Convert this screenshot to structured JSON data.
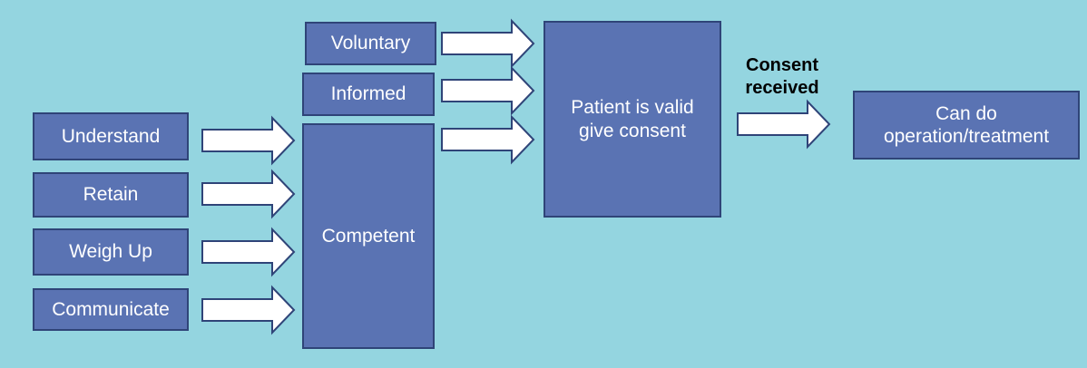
{
  "boxes": {
    "understand": "Understand",
    "retain": "Retain",
    "weigh_up": "Weigh Up",
    "communicate": "Communicate",
    "voluntary": "Voluntary",
    "informed": "Informed",
    "competent": "Competent",
    "patient_valid": "Patient is valid give consent",
    "can_do": "Can do operation/treatment"
  },
  "labels": {
    "consent_received": "Consent received"
  },
  "colors": {
    "background": "#94d5e0",
    "box_fill": "#5a73b3",
    "box_border": "#2f4478",
    "arrow_fill": "#ffffff",
    "arrow_stroke": "#2f4478"
  }
}
